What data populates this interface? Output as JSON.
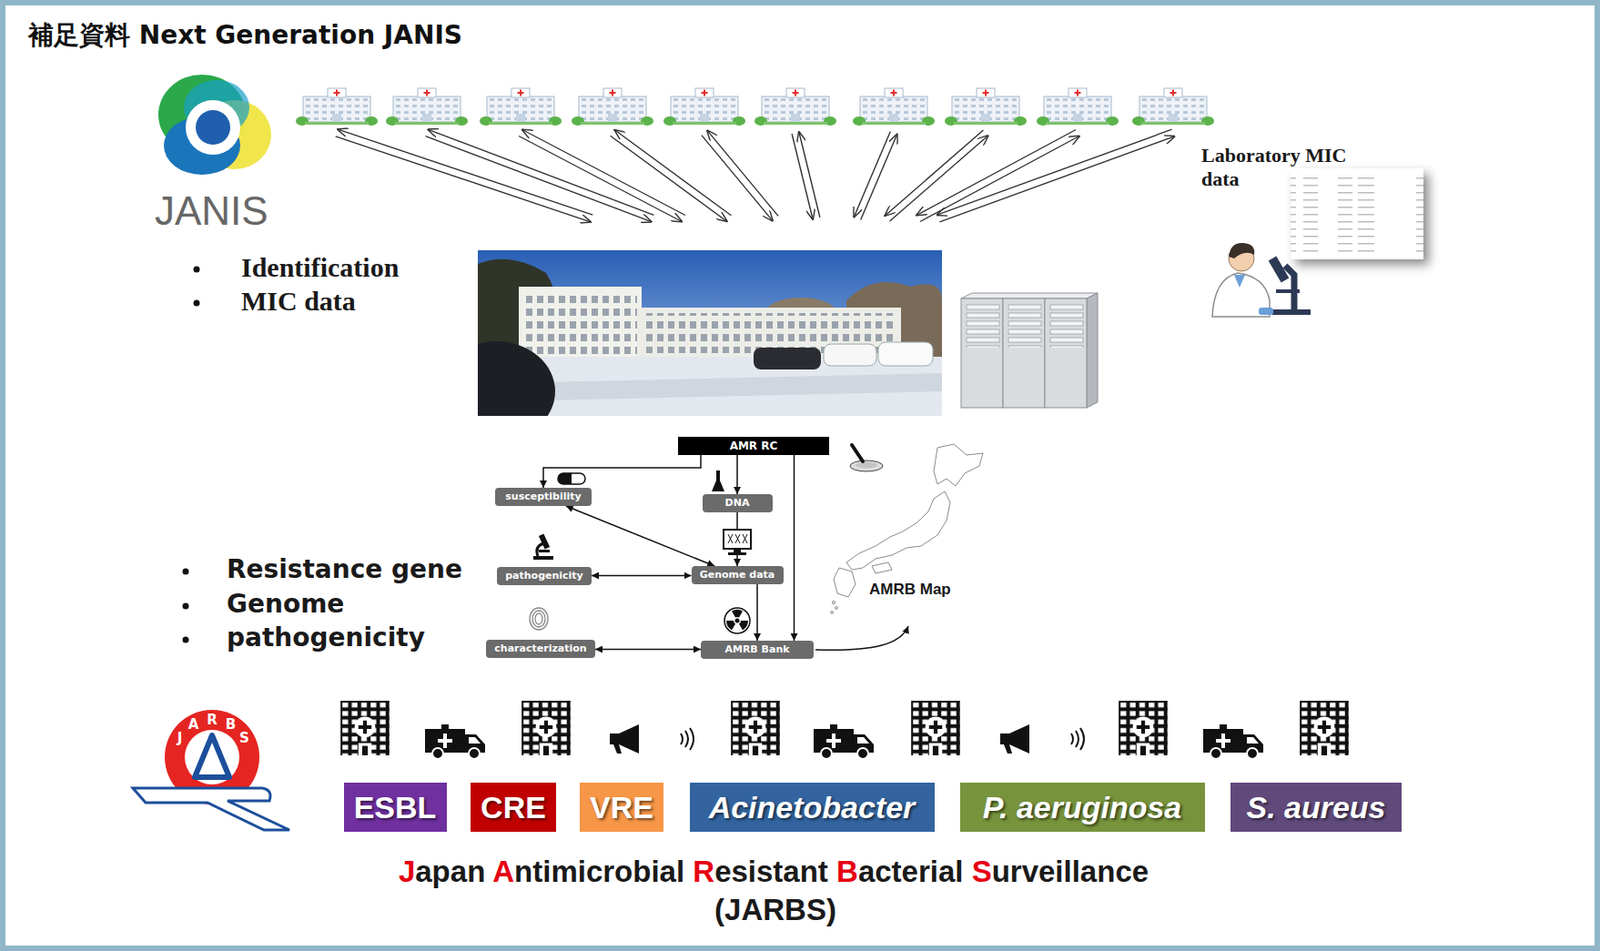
{
  "diagram": {
    "title": "補足資料 Next Generation JANIS",
    "nodes": [
      {
        "text": [
          "AMR RC"
        ]
      },
      {
        "text": [
          "susceptibility"
        ]
      },
      {
        "text": [
          "DNA"
        ]
      },
      {
        "text": [
          "pathogenicity"
        ]
      },
      {
        "text": [
          "Genome data"
        ]
      },
      {
        "text": [
          "characterization"
        ]
      },
      {
        "text": [
          "AMRB Bank"
        ]
      },
      {
        "text": [
          "ESBL"
        ]
      },
      {
        "text": [
          "CRE"
        ]
      },
      {
        "text": [
          "VRE"
        ]
      },
      {
        "text": [
          "Acinetobacter"
        ]
      },
      {
        "text": [
          "P. aeruginosa"
        ]
      },
      {
        "text": [
          "S. aureus"
        ]
      }
    ],
    "edges": [
      {
        "from": 0,
        "to": 1,
        "arrow": "to"
      },
      {
        "from": 0,
        "to": 2,
        "arrow": "to"
      },
      {
        "from": 0,
        "to": 6,
        "arrow": "to"
      },
      {
        "from": 1,
        "to": 4,
        "arrow": "both"
      },
      {
        "from": 2,
        "to": 4,
        "arrow": "to"
      },
      {
        "from": 3,
        "to": 4,
        "arrow": "both"
      },
      {
        "from": 4,
        "to": 6,
        "arrow": "to"
      },
      {
        "from": 5,
        "to": 6,
        "arrow": "both"
      }
    ],
    "labels": [
      "JANIS",
      "Identification",
      "MIC data",
      "Laboratory MIC data",
      "Resistance gene",
      "Genome",
      "pathogenicity",
      "AMRB Map",
      "J",
      "A",
      "R",
      "B",
      "S",
      "Japan Antimicrobial Resistant Bacterial Surveillance",
      "(JARBS)"
    ]
  }
}
